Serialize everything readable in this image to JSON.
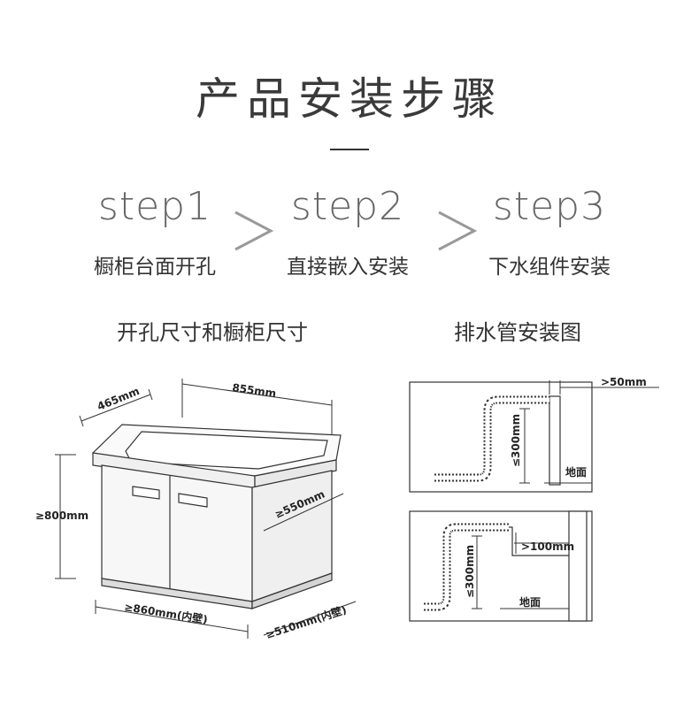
{
  "title": "产品安装步骤",
  "steps": [
    {
      "label": "step1",
      "desc": "橱柜台面开孔"
    },
    {
      "label": "step2",
      "desc": "直接嵌入安装"
    },
    {
      "label": "step3",
      "desc": "下水组件安装"
    }
  ],
  "left_section": {
    "heading": "开孔尺寸和橱柜尺寸",
    "dims": {
      "depth_top": "465mm",
      "width_top": "855mm",
      "height": "≥800mm",
      "cut_depth": "≥550mm",
      "inner_width": "≥860mm(内壁)",
      "inner_depth": "≥510mm(内壁)"
    }
  },
  "right_section": {
    "heading": "排水管安装图",
    "top_diagram": {
      "gap": ">50mm",
      "height": "≤300mm",
      "floor": "地面"
    },
    "bottom_diagram": {
      "gap": ">100mm",
      "height": "≤300mm",
      "floor": "地面"
    }
  }
}
